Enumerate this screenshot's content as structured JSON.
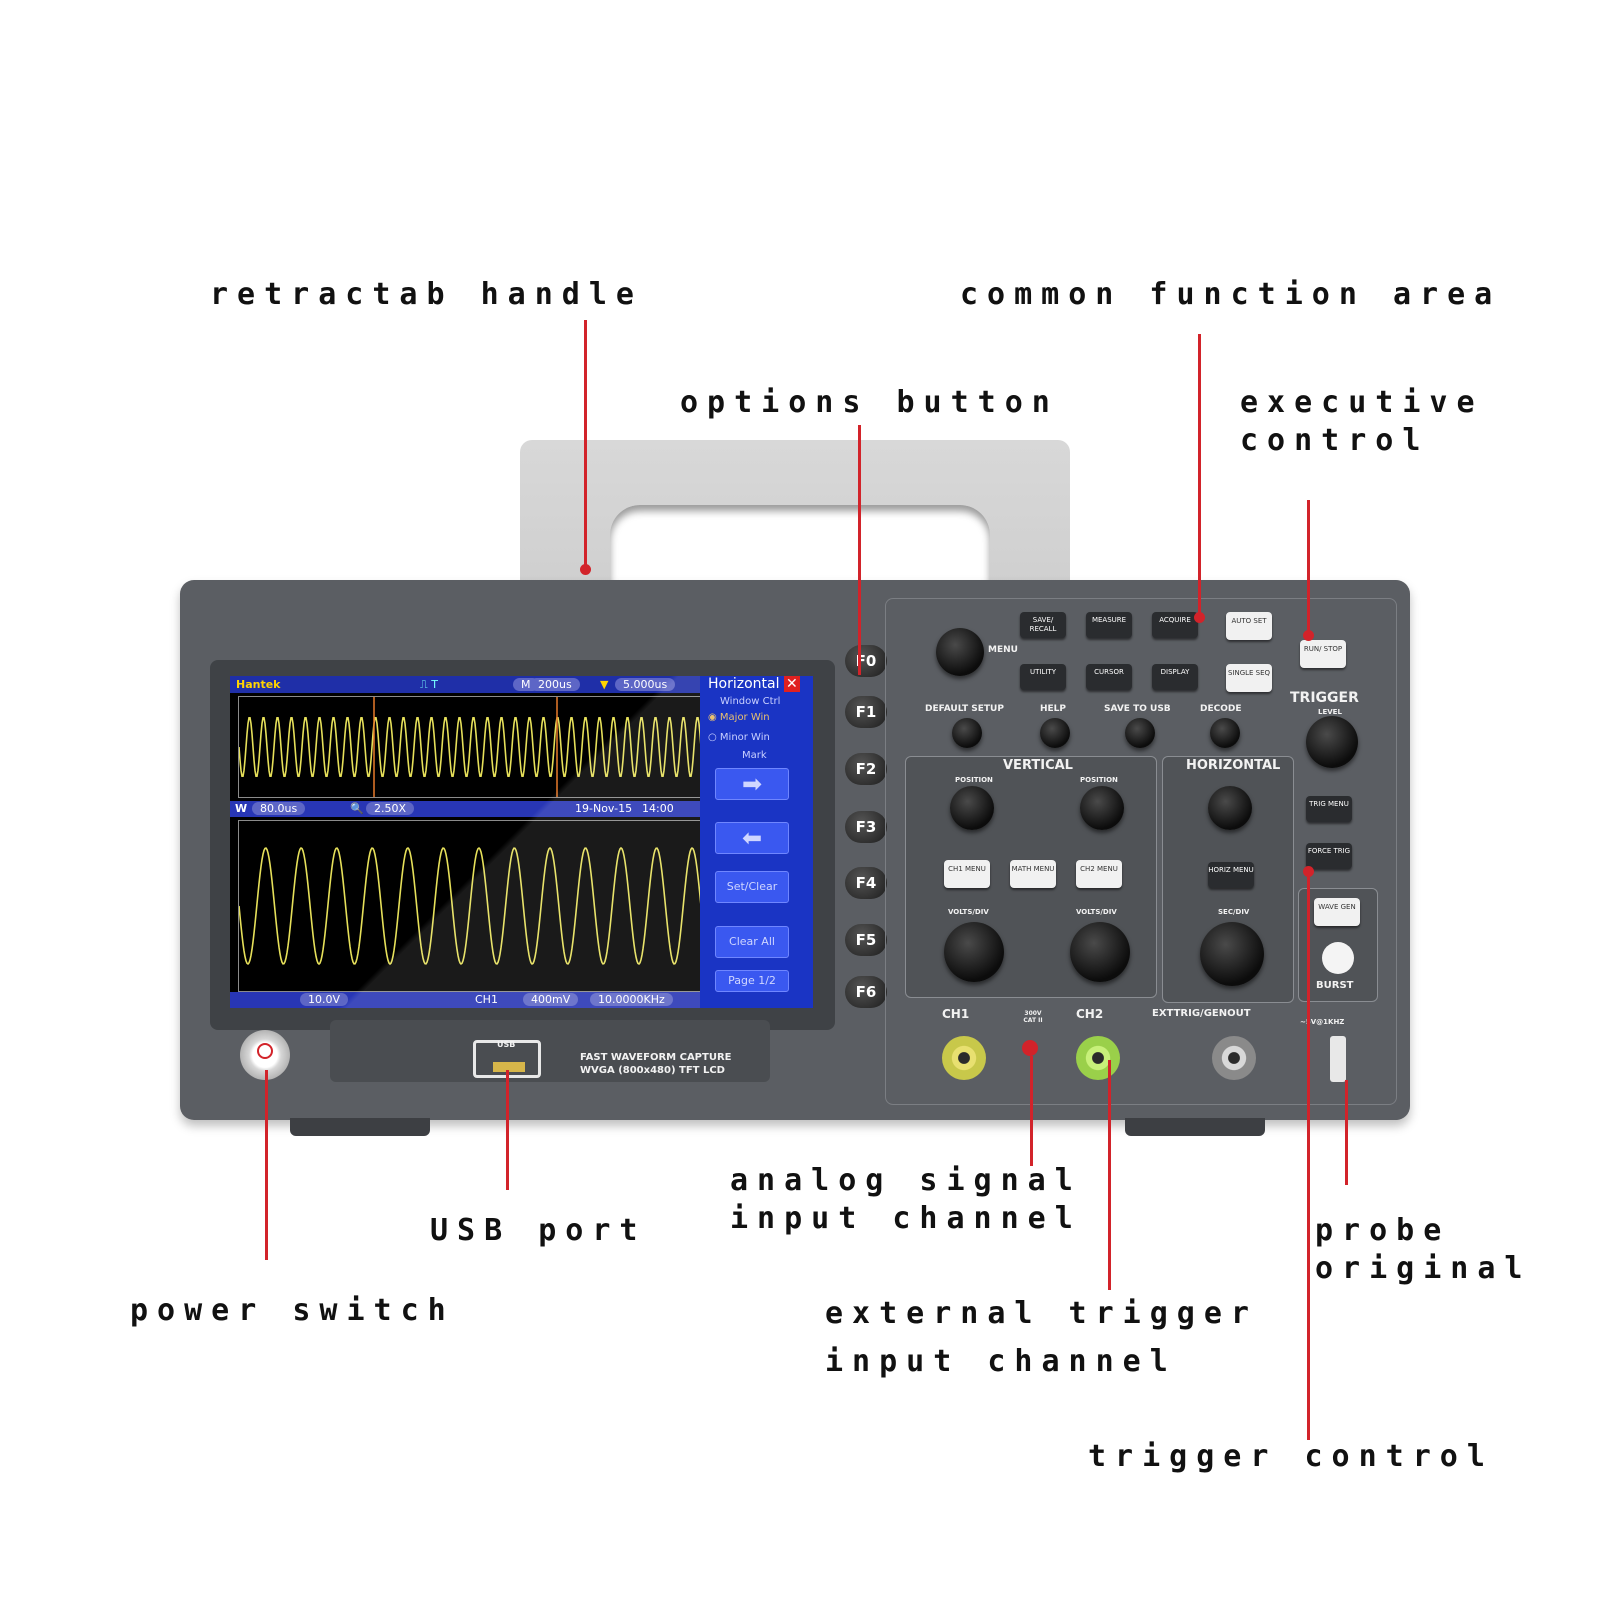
{
  "callouts": {
    "retract_handle": "retractab handle",
    "common_function_area": "common function area",
    "options_button": "options button",
    "executive_control_line1": "executive",
    "executive_control_line2": "control",
    "analog_input_line1": "analog signal",
    "analog_input_line2": "input channel",
    "usb_port": "USB port",
    "probe_original_line1": "probe",
    "probe_original_line2": "original",
    "power_switch": "power switch",
    "external_trigger_line1": "external trigger",
    "external_trigger_line2": "input channel",
    "trigger_control": "trigger control"
  },
  "screen": {
    "brand": "Hantek",
    "mode_m": "M",
    "timebase": "200us",
    "trigger_pos": "5.000us",
    "menu_title": "Horizontal",
    "window_ctrl": "Window Ctrl",
    "major_win": "Major Win",
    "minor_win": "Minor Win",
    "mark": "Mark",
    "set_clear": "Set/Clear",
    "clear_all": "Clear All",
    "page": "Page 1/2",
    "w_label": "W",
    "window_time": "80.0us",
    "zoom": "2.50X",
    "date": "19-Nov-15",
    "time": "14:00",
    "ch_volts": "10.0V",
    "trig_ch": "CH1",
    "trig_level": "400mV",
    "frequency": "10.0000KHz"
  },
  "fkeys": [
    "F0",
    "F1",
    "F2",
    "F3",
    "F4",
    "F5",
    "F6"
  ],
  "panel": {
    "save_recall": "SAVE/ RECALL",
    "measure": "MEASURE",
    "acquire": "ACQUIRE",
    "utility": "UTILITY",
    "cursor": "CURSOR",
    "display": "DISPLAY",
    "auto_set": "AUTO SET",
    "single_seq": "SINGLE SEQ",
    "run_stop": "RUN/ STOP",
    "menu": "MENU",
    "default_setup": "DEFAULT SETUP",
    "help": "HELP",
    "save_to_usb": "SAVE TO USB",
    "decode": "DECODE",
    "trigger": "TRIGGER",
    "level": "LEVEL",
    "vertical": "VERTICAL",
    "horizontal": "HORIZONTAL",
    "position": "POSITION",
    "ch1_menu": "CH1 MENU",
    "math_menu": "MATH MENU",
    "ch2_menu": "CH2 MENU",
    "horiz_menu": "HORIZ MENU",
    "volts_div": "VOLTS/DIV",
    "sec_div": "SEC/DIV",
    "trig_menu": "TRIG MENU",
    "force_trig": "FORCE TRIG",
    "wave_gen": "WAVE GEN",
    "burst": "BURST",
    "ch1": "CH1",
    "ch2": "CH2",
    "cat": "300V CAT II",
    "exttrig": "EXTTRIG/GENOUT",
    "probe_comp": "~5V@1KHZ"
  },
  "front": {
    "usb_label": "USB",
    "feature_line1": "FAST WAVEFORM CAPTURE",
    "feature_line2": "WVGA (800x480) TFT LCD"
  },
  "colors": {
    "leader": "#d2232a",
    "screen_menu": "#1a34c4",
    "trace": "#e6e05a",
    "body": "#5b5e63"
  }
}
